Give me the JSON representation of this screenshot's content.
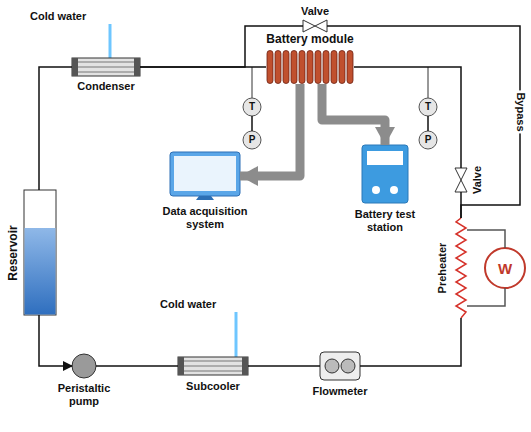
{
  "diagram": {
    "nodes": [
      {
        "text": [
          "Condenser"
        ]
      },
      {
        "text": [
          "Battery module"
        ]
      },
      {
        "text": [
          "Reservoir"
        ]
      },
      {
        "text": [
          "Peristaltic pump"
        ]
      },
      {
        "text": [
          "Subcooler"
        ]
      },
      {
        "text": [
          "Flowmeter"
        ]
      },
      {
        "text": [
          "Preheater"
        ]
      },
      {
        "text": [
          "W"
        ]
      },
      {
        "text": [
          "T"
        ]
      },
      {
        "text": [
          "P"
        ]
      },
      {
        "text": [
          "T"
        ]
      },
      {
        "text": [
          "P"
        ]
      },
      {
        "text": [
          "Data acquisition system"
        ]
      },
      {
        "text": [
          "Battery test station"
        ]
      },
      {
        "text": [
          "Valve"
        ]
      },
      {
        "text": [
          "Valve"
        ]
      }
    ],
    "edges": [
      {
        "from": 0,
        "to": 2,
        "arrow": "none"
      },
      {
        "from": 2,
        "to": 3,
        "arrow": "to"
      },
      {
        "from": 3,
        "to": 4,
        "arrow": "none"
      },
      {
        "from": 4,
        "to": 5,
        "arrow": "none"
      },
      {
        "from": 5,
        "to": 6,
        "arrow": "none"
      },
      {
        "from": 6,
        "to": 15,
        "arrow": "none"
      },
      {
        "from": 15,
        "to": 1,
        "arrow": "none"
      },
      {
        "from": 1,
        "to": 0,
        "arrow": "none"
      },
      {
        "from": 6,
        "to": 14,
        "label": "Bypass",
        "arrow": "none"
      },
      {
        "from": 14,
        "to": 0,
        "arrow": "none"
      },
      {
        "from": 6,
        "to": 7,
        "arrow": "none"
      },
      {
        "from": 6,
        "to": 7,
        "arrow": "none"
      },
      {
        "from": 8,
        "to": 9,
        "arrow": "none"
      },
      {
        "from": 10,
        "to": 11,
        "arrow": "none"
      },
      {
        "from": 1,
        "to": 12,
        "arrow": "to"
      },
      {
        "from": 1,
        "to": 13,
        "arrow": "to"
      }
    ],
    "labels": [
      "Cold water",
      "Cold water"
    ]
  }
}
